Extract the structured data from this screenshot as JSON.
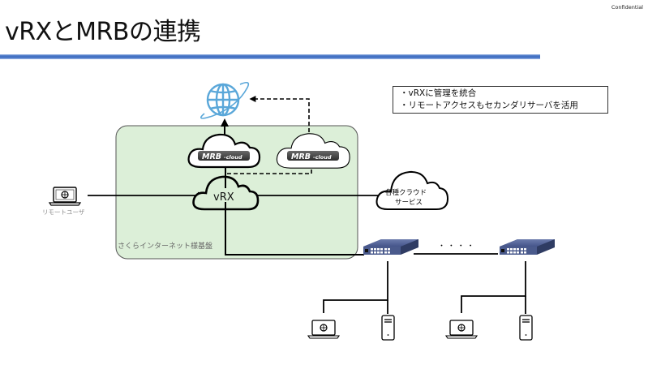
{
  "slide": {
    "title": "vRXとMRBの連携",
    "confidential_label": "Confidential",
    "title_bar_color": "#4472c4"
  },
  "notes": {
    "lines": [
      "・vRXに管理を統合",
      "・リモートアクセスもセカンダリサーバを活用"
    ]
  },
  "diagram": {
    "platform_region": {
      "label": "さくらインターネット様基盤",
      "fill_color": "#dcefd8"
    },
    "internet": {
      "icon": "globe-icon",
      "color": "#5aa7d9"
    },
    "mrb_cloud_primary": {
      "label_main": "MRB",
      "label_sub": "-cloud"
    },
    "mrb_cloud_secondary": {
      "label_main": "MRB",
      "label_sub": "-cloud"
    },
    "vrx_cloud": {
      "label": "vRX"
    },
    "cloud_services": {
      "label_line1": "各種クラウド",
      "label_line2": "サービス"
    },
    "remote_user": {
      "label": "リモートユーザ",
      "icon": "laptop-icon"
    },
    "switches": [
      {
        "name": "switch-1",
        "icon": "network-switch-icon",
        "color": "#3f4f7c"
      },
      {
        "name": "switch-2",
        "icon": "network-switch-icon",
        "color": "#3f4f7c"
      }
    ],
    "ellipsis": "・ ・ ・ ・",
    "endpoints": [
      {
        "type": "laptop",
        "icon": "laptop-icon"
      },
      {
        "type": "server",
        "icon": "server-icon"
      },
      {
        "type": "laptop",
        "icon": "laptop-icon"
      },
      {
        "type": "server",
        "icon": "server-icon"
      }
    ]
  }
}
